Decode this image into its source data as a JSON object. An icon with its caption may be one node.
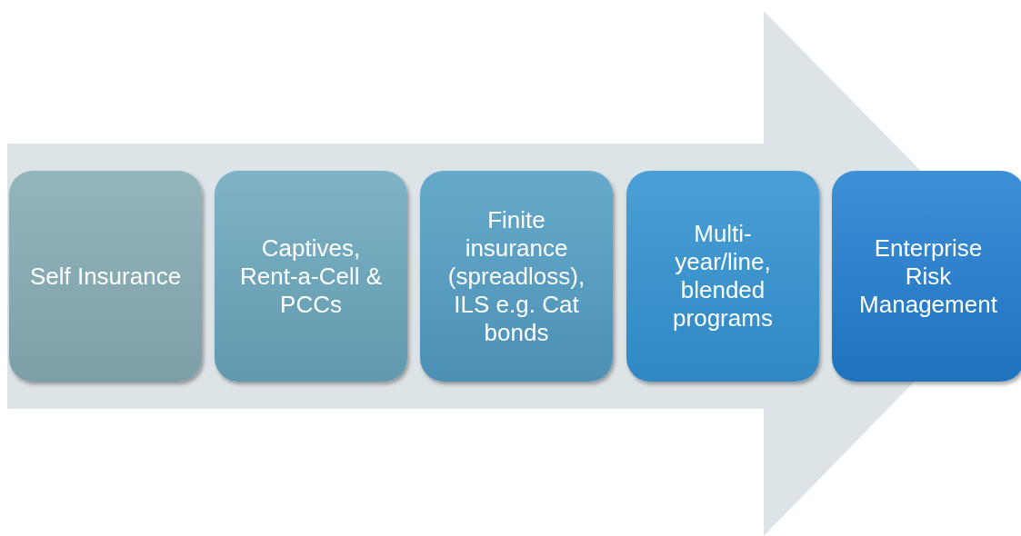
{
  "diagram": {
    "nodes": [
      {
        "text": [
          "Self Insurance"
        ]
      },
      {
        "text": [
          "Captives, Rent-a-Cell & PCCs"
        ]
      },
      {
        "text": [
          "Finite insurance (spreadloss), ILS e.g. Cat bonds"
        ]
      },
      {
        "text": [
          "Multi-year/line, blended programs"
        ]
      },
      {
        "text": [
          "Enterprise Risk Management"
        ]
      }
    ],
    "edges": [
      {
        "from": 0,
        "to": 4,
        "arrow": "to"
      }
    ]
  }
}
